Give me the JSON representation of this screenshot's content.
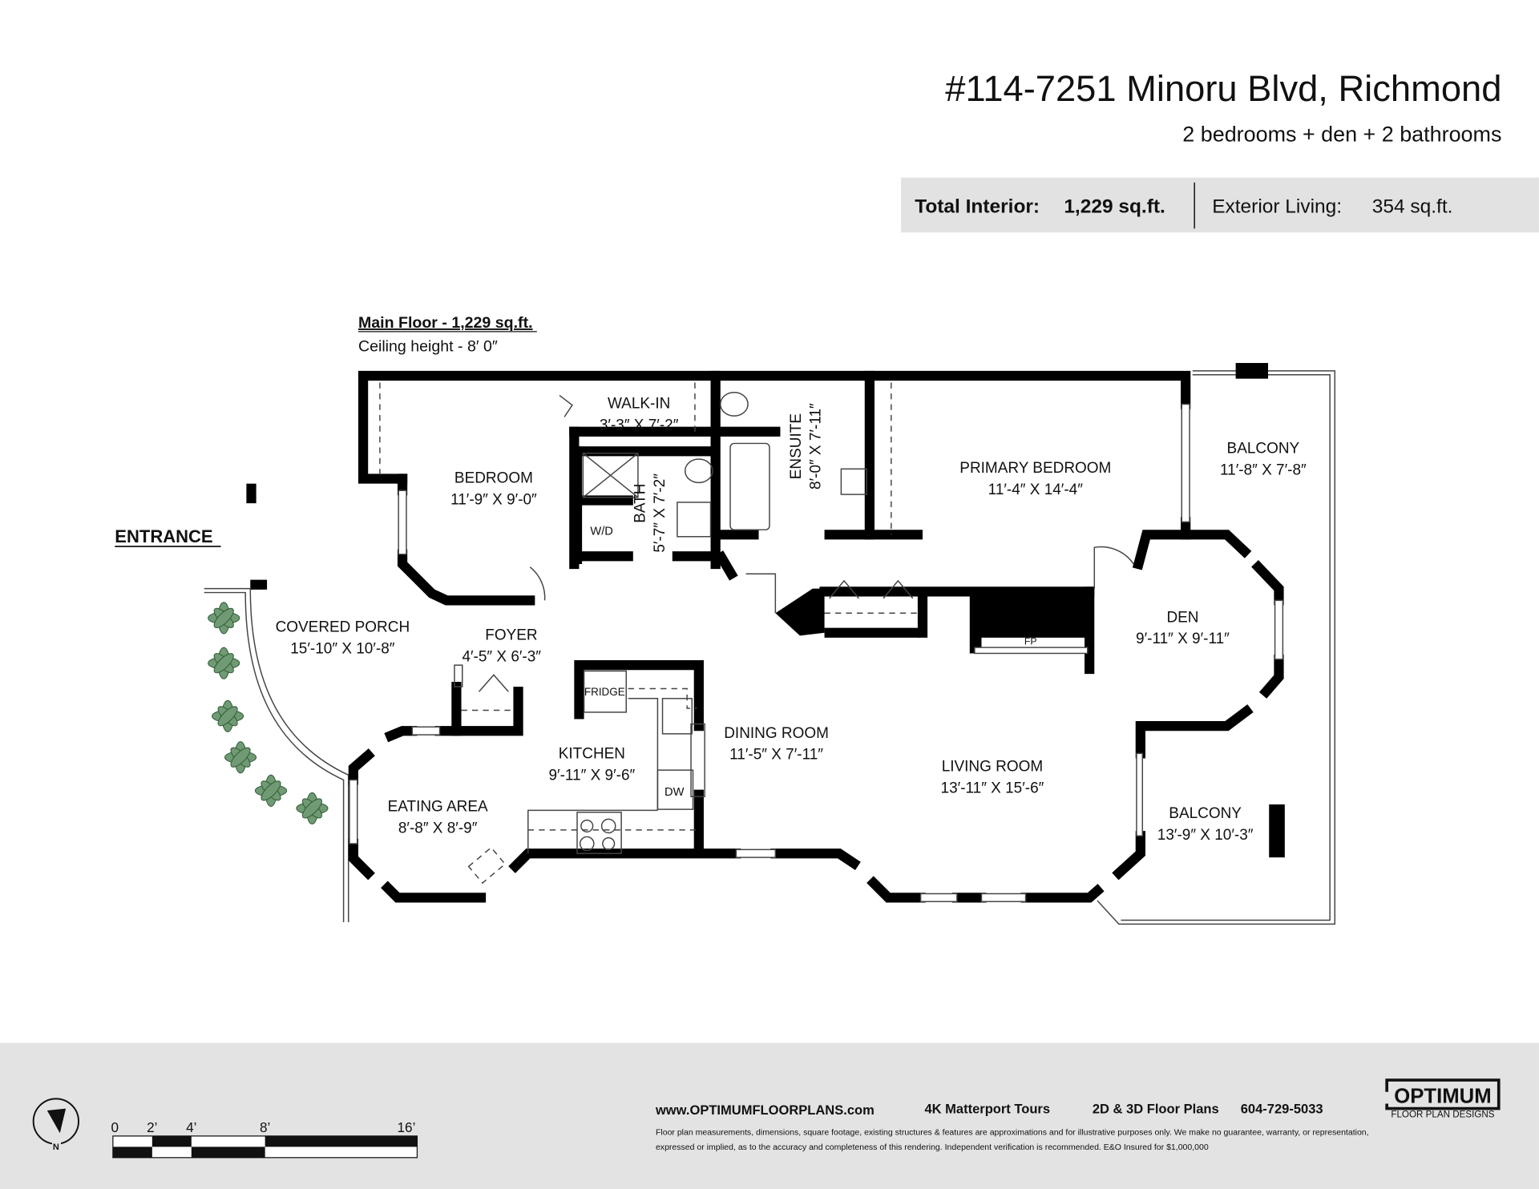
{
  "header": {
    "address": "#114-7251 Minoru Blvd, Richmond",
    "summary": "2 bedrooms + den + 2 bathrooms",
    "total_interior_label": "Total Interior:",
    "total_interior_value": "1,229 sq.ft.",
    "exterior_living_label": "Exterior Living:",
    "exterior_living_value": "354 sq.ft."
  },
  "floor": {
    "title": "Main Floor - 1,229 sq.ft.",
    "ceiling": "Ceiling height - 8′ 0″",
    "entrance": "ENTRANCE"
  },
  "rooms": {
    "walkin": {
      "name": "WALK-IN",
      "dims": "3′-3″ X 7′-2″"
    },
    "bedroom": {
      "name": "BEDROOM",
      "dims": "11′-9″ X 9′-0″"
    },
    "bath": {
      "name": "BATH",
      "dims": "5′-7″ X 7′-2″"
    },
    "ensuite": {
      "name": "ENSUITE",
      "dims": "8′-0″ X 7′-11″"
    },
    "primary": {
      "name": "PRIMARY BEDROOM",
      "dims": "11′-4″ X 14′-4″"
    },
    "balcony1": {
      "name": "BALCONY",
      "dims": "11′-8″ X 7′-8″"
    },
    "porch": {
      "name": "COVERED PORCH",
      "dims": "15′-10″ X 10′-8″"
    },
    "foyer": {
      "name": "FOYER",
      "dims": "4′-5″ X 6′-3″"
    },
    "den": {
      "name": "DEN",
      "dims": "9′-11″ X 9′-11″"
    },
    "kitchen": {
      "name": "KITCHEN",
      "dims": "9′-11″ X 9′-6″"
    },
    "dining": {
      "name": "DINING ROOM",
      "dims": "11′-5″ X 7′-11″"
    },
    "living": {
      "name": "LIVING ROOM",
      "dims": "13′-11″ X 15′-6″"
    },
    "eating": {
      "name": "EATING AREA",
      "dims": "8′-8″ X 8′-9″"
    },
    "balcony2": {
      "name": "BALCONY",
      "dims": "13′-9″ X 10′-3″"
    }
  },
  "fixtures": {
    "wd": "W/D",
    "fridge": "FRIDGE",
    "dw": "DW",
    "fp": "FP"
  },
  "footer": {
    "compass_label": "N",
    "scale_labels": [
      "0",
      "2’",
      "4’",
      "8’",
      "16’"
    ],
    "website": "www.OPTIMUMFLOORPLANS.com",
    "service1": "4K Matterport Tours",
    "service2": "2D & 3D Floor Plans",
    "phone": "604-729-5033",
    "logo_main": "OPTIMUM",
    "logo_sub": "FLOOR PLAN DESIGNS",
    "disclaimer_1": "Floor plan measurements, dimensions, square footage, existing structures & features are approximations and for illustrative purposes only. We make no guarantee, warranty, or representation,",
    "disclaimer_2": "expressed or implied, as to the accuracy and completeness of this rendering. Independent verification is recommended. E&O Insured for $1,000,000"
  },
  "colors": {
    "footer_bg": "#e3e3e3",
    "stats_bg": "#e2e2e2",
    "plant": "#5f8f64"
  }
}
